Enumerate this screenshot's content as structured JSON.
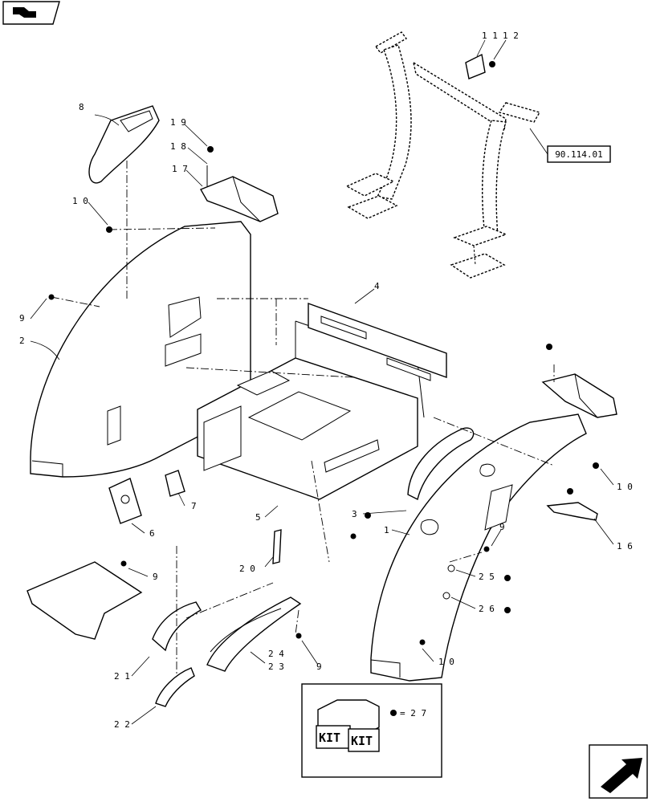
{
  "diagram": {
    "reference_box": "90.114.01",
    "kit": {
      "label_left": "KIT",
      "label_right": "KIT",
      "legend_text": "= 2 7"
    },
    "callouts": {
      "c1": "1",
      "c2": "2",
      "c3": "3",
      "c4": "4",
      "c5": "5",
      "c6": "6",
      "c7": "7",
      "c8": "8",
      "c9a": "9",
      "c9b": "9",
      "c9c": "9",
      "c9d": "9",
      "c10a": "1 0",
      "c10b": "1 0",
      "c10c": "1 0",
      "c11": "1 1",
      "c12": "1 2",
      "c16": "1 6",
      "c17": "1 7",
      "c18": "1 8",
      "c19": "1 9",
      "c20": "2 0",
      "c21": "2 1",
      "c22": "2 2",
      "c23": "2 3",
      "c24": "2 4",
      "c25": "2 5",
      "c26": "2 6"
    }
  }
}
